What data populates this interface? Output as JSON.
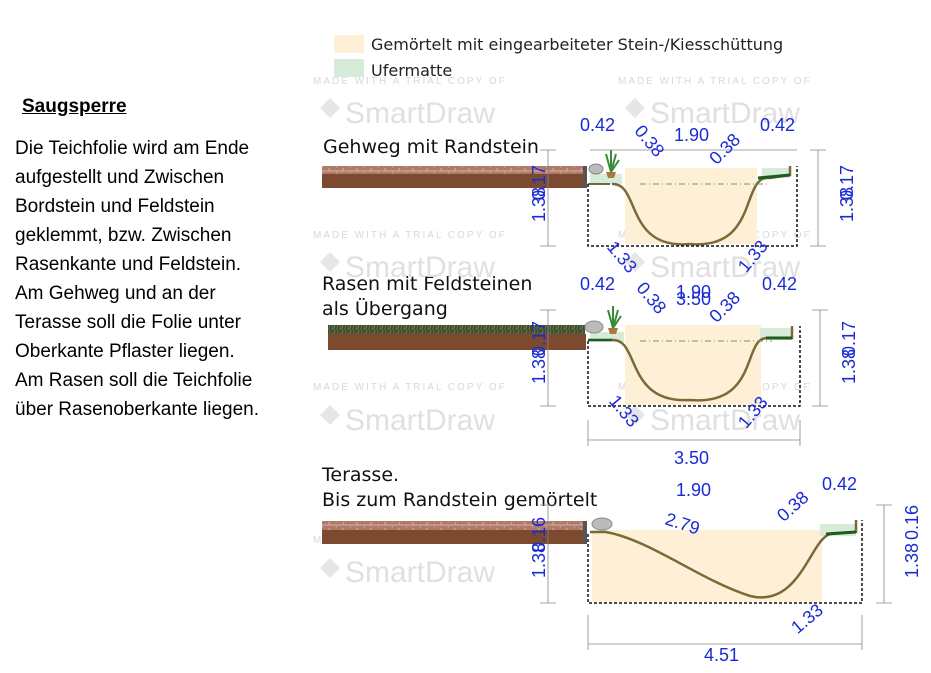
{
  "heading": "Saugsperre",
  "paragraph": [
    "Die Teichfolie wird am Ende",
    "aufgestellt und Zwischen",
    "Bordstein und Feldstein",
    "geklemmt, bzw. Zwischen",
    "Rasenkante und Feldstein.",
    "Am Gehweg und an der",
    "Terasse soll die Folie unter",
    "Oberkante Pflaster liegen.",
    "Am Rasen soll die Teichfolie",
    "über Rasenoberkante liegen."
  ],
  "legend": [
    {
      "label": "Gemörtelt mit eingearbeiteter Stein-/Kiesschüttung",
      "color": "#fdf0d6"
    },
    {
      "label": "Ufermatte",
      "color": "#d6ecd8"
    }
  ],
  "watermark": {
    "line1": "MADE WITH A TRIAL COPY OF",
    "brand": "SmartDraw"
  },
  "sections": [
    {
      "title": [
        "Gehweg mit Randstein"
      ],
      "dims": {
        "left_top": "0.42",
        "left_slope": "0.38",
        "top_width": "1.90",
        "right_slope": "0.38",
        "right_top": "0.42",
        "left_small": "0.17",
        "left_height": "1.38",
        "right_small": "0.17",
        "right_height": "1.38",
        "bottom_left": "1.33",
        "bottom_right": "1.33"
      }
    },
    {
      "title": [
        "Rasen mit Feldsteinen",
        "als Übergang"
      ],
      "dims": {
        "left_top": "0.42",
        "left_slope": "0.38",
        "top_width": "1.90",
        "top_width_over": "3.50",
        "right_slope": "0.38",
        "right_top": "0.42",
        "left_small": "0.17",
        "left_height": "1.38",
        "right_small": "0.17",
        "right_height": "1.38",
        "bottom_left": "1.33",
        "bottom_right": "1.33",
        "total_width": "3.50"
      }
    },
    {
      "title": [
        "Terasse.",
        "Bis zum Randstein gemörtelt"
      ],
      "dims": {
        "top_width": "1.90",
        "slope_long": "2.79",
        "right_slope": "0.38",
        "right_top": "0.42",
        "left_small": "0.16",
        "left_height": "1.38",
        "right_small": "0.16",
        "right_height": "1.38",
        "bottom_right": "1.33",
        "total_width": "4.51"
      }
    }
  ],
  "colors": {
    "dim": "#1a2bd6",
    "liner": "#7a6a3a",
    "mortar": "#fdf0d6",
    "mat": "#d6ecd8",
    "paving": "#7b4a2f",
    "edge": "#1f5a1f"
  }
}
